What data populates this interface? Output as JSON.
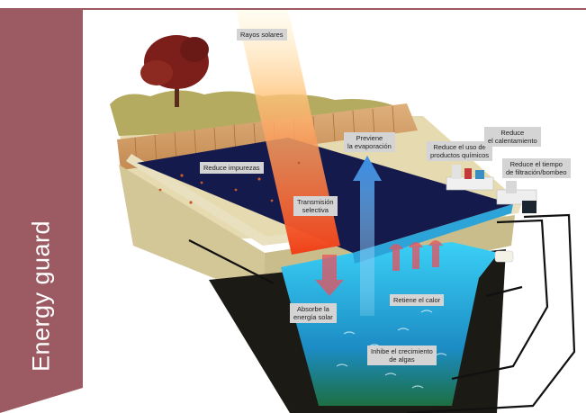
{
  "sidebar": {
    "title": "Energy guard"
  },
  "colors": {
    "accent": "#9c5a63",
    "water_dark": "#141a4c",
    "water_light": "#3ec6f0",
    "label_bg": "#d4d4d4"
  },
  "labels": {
    "sun_rays": "Rayos solares",
    "reduce_impurities": "Reduce impurezas",
    "prevent_evaporation": "Previene\nla evaporación",
    "reduce_chemicals": "Reduce el uso de\nproductos químicos",
    "reduce_heating": "Reduce\nel calentamiento",
    "reduce_filtration": "Reduce el tiempo\nde filtración/bombeo",
    "selective_transmission": "Transmisión\nselectiva",
    "absorb_solar": "Absorbe la\nenergía solar",
    "retain_heat": "Retiene el calor",
    "inhibit_algae": "Inhibe el crecimiento\nde algas"
  }
}
